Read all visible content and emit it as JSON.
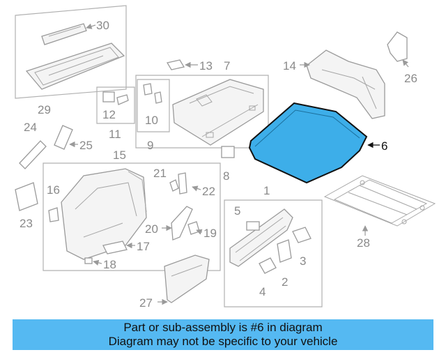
{
  "diagram": {
    "callouts": [
      "30",
      "29",
      "13",
      "7",
      "14",
      "26",
      "12",
      "11",
      "10",
      "9",
      "24",
      "25",
      "6",
      "15",
      "21",
      "22",
      "8",
      "16",
      "1",
      "5",
      "23",
      "20",
      "19",
      "17",
      "18",
      "3",
      "2",
      "4",
      "28",
      "27"
    ],
    "highlight_part": "6",
    "highlight_color": "#3daee9"
  },
  "banner": {
    "line1": "Part or sub-assembly is #6 in diagram",
    "line2": "Diagram may not be specific to your vehicle",
    "background": "#55b9f2"
  }
}
